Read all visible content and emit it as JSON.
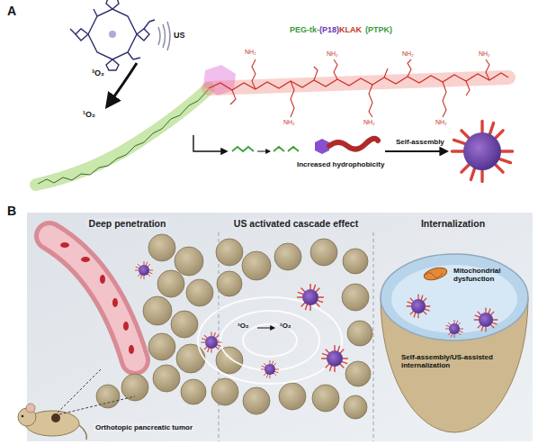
{
  "diagram": {
    "nodes": [
      {
        "text": [
          "Deep penetration"
        ]
      },
      {
        "text": [
          "US activated cascade effect"
        ]
      },
      {
        "text": [
          "Internalization"
        ]
      }
    ],
    "labels": [
      "A",
      "US",
      "PEG-tk-",
      "(P18)",
      "KLAK",
      "(PTPK)",
      "³O₂",
      "¹O₂",
      "NH₂",
      "NH₂",
      "NH₂",
      "NH₂",
      "NH₂",
      "NH₂",
      "NH₂",
      "Increased hydrophobicity",
      "Self-assembly",
      "B",
      "³O₂",
      "¹O₂",
      "Mitochondrial dysfunction",
      "Self-assembly/US-assisted internalization",
      "Orthotopic pancreatic tumor"
    ]
  }
}
